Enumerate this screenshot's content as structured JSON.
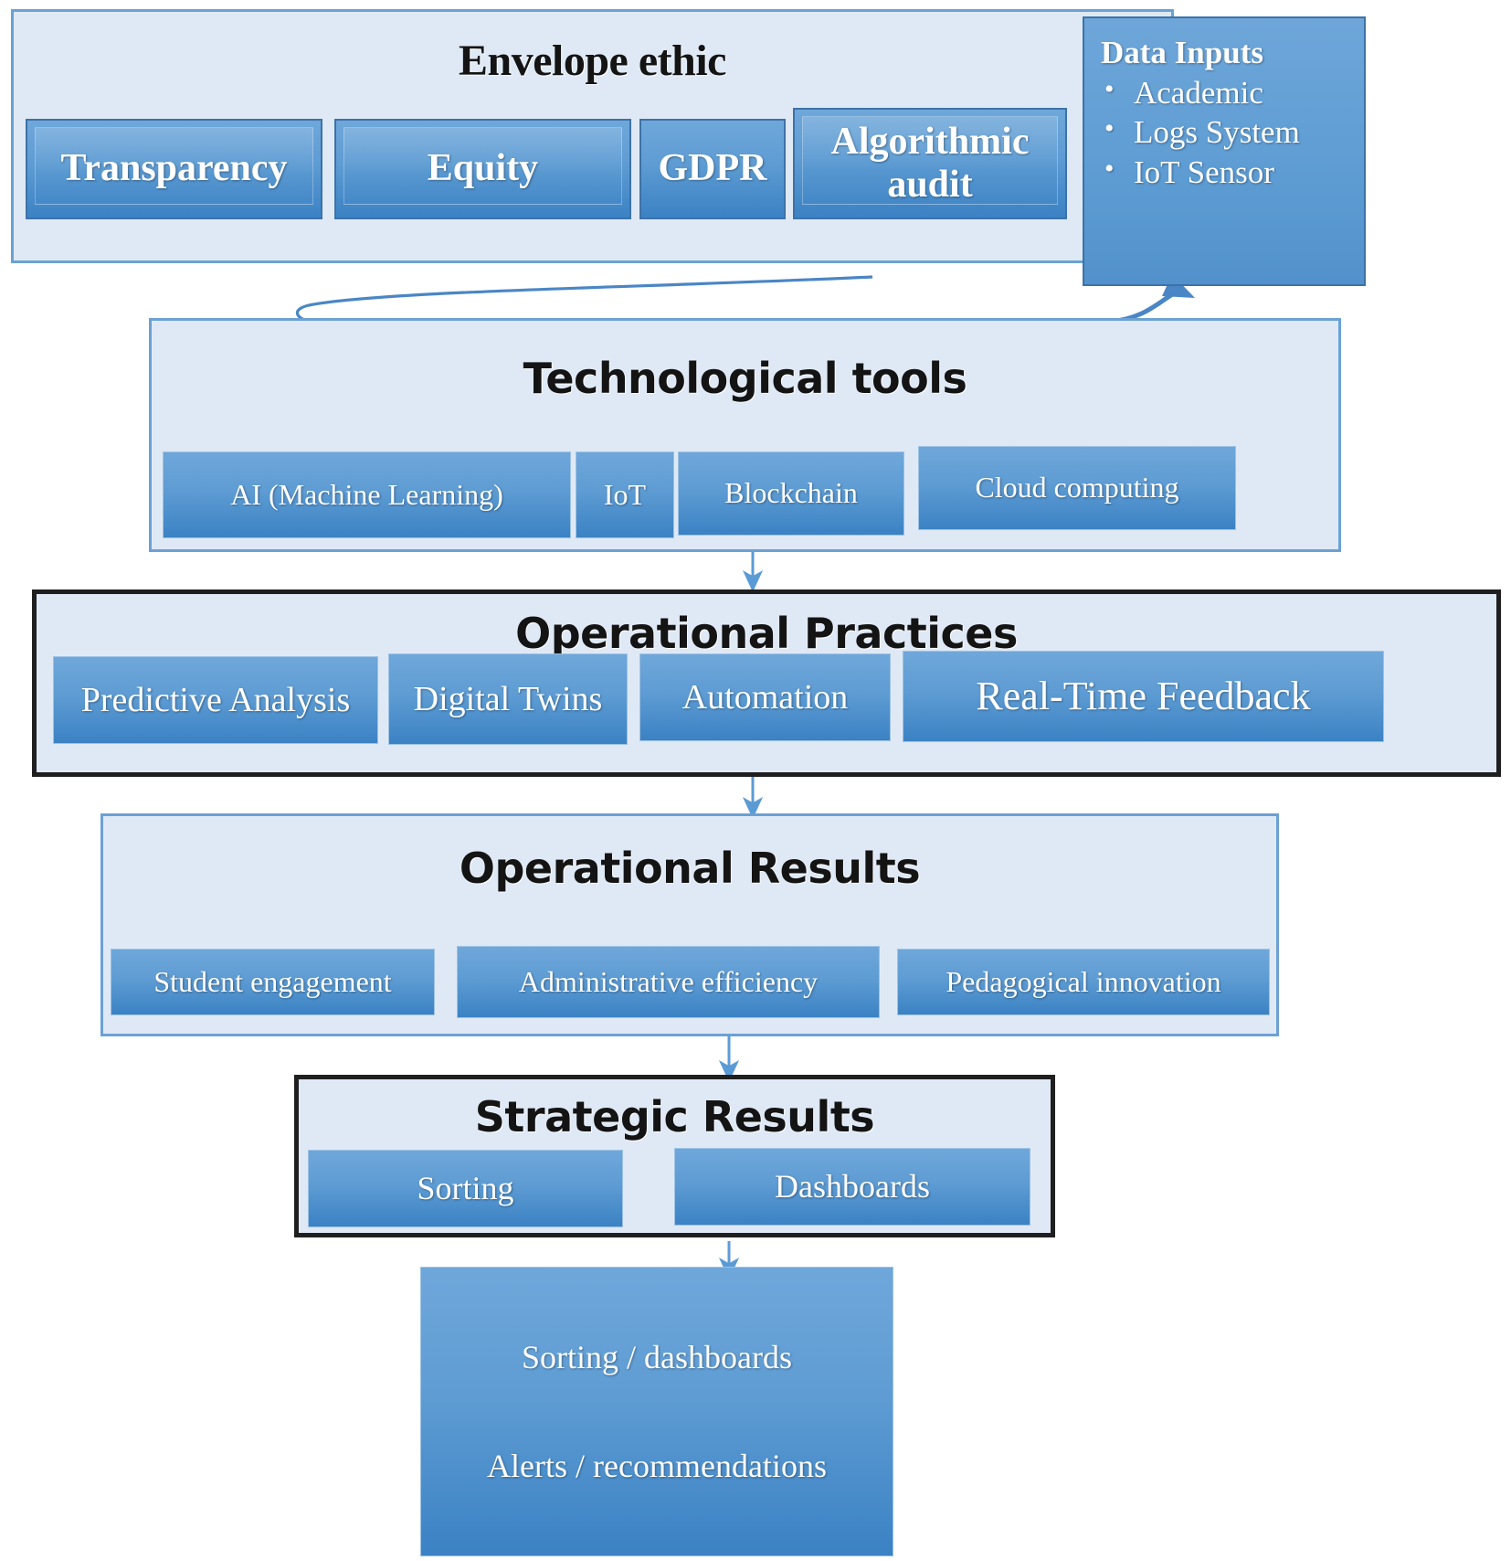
{
  "envelope": {
    "title": "Envelope ethic",
    "chips": [
      {
        "label": "Transparency"
      },
      {
        "label": "Equity"
      },
      {
        "label": "GDPR"
      },
      {
        "label": "Algorithmic audit"
      }
    ]
  },
  "data_inputs": {
    "title": "Data Inputs",
    "items": [
      "Academic",
      "Logs System",
      "IoT Sensor"
    ]
  },
  "technological_tools": {
    "title": "Technological tools",
    "chips": [
      {
        "label": "AI (Machine Learning)"
      },
      {
        "label": "IoT"
      },
      {
        "label": "Blockchain"
      },
      {
        "label": "Cloud computing"
      }
    ]
  },
  "operational_practices": {
    "title": "Operational Practices",
    "chips": [
      {
        "label": "Predictive Analysis"
      },
      {
        "label": "Digital Twins"
      },
      {
        "label": "Automation"
      },
      {
        "label": "Real-Time Feedback"
      }
    ]
  },
  "operational_results": {
    "title": "Operational Results",
    "chips": [
      {
        "label": "Student engagement"
      },
      {
        "label": "Administrative efficiency"
      },
      {
        "label": "Pedagogical innovation"
      }
    ]
  },
  "strategic_results": {
    "title": "Strategic Results",
    "chips": [
      {
        "label": "Sorting"
      },
      {
        "label": "Dashboards"
      }
    ]
  },
  "outputs": {
    "line1": "Sorting / dashboards",
    "line2": "Alerts / recommendations"
  },
  "colors": {
    "panel_fill": "#dfe9f5",
    "panel_border_light": "#6ba1d4",
    "panel_border_dark": "#1f1f1f",
    "chip_top": "#6fa7da",
    "chip_bottom": "#3b82c4",
    "arrow": "#5b9bd5",
    "text_light": "#ffffff",
    "text_dark": "#141414"
  }
}
